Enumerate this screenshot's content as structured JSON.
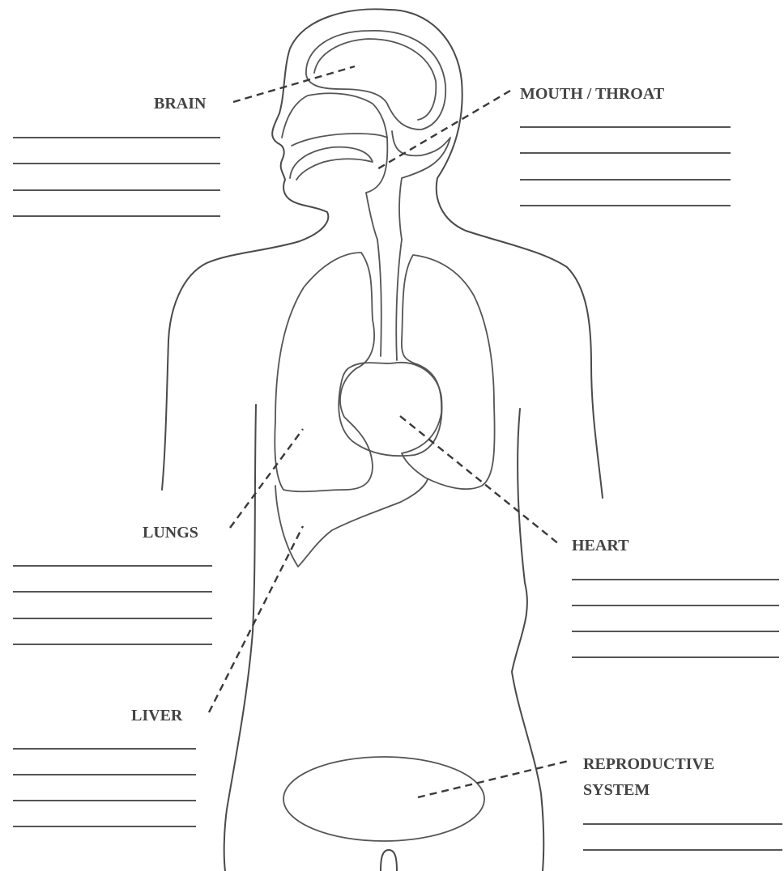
{
  "labels": {
    "brain": "BRAIN",
    "mouth_throat": "MOUTH / THROAT",
    "lungs": "LUNGS",
    "heart": "HEART",
    "liver": "LIVER",
    "reproductive_line1": "REPRODUCTIVE",
    "reproductive_line2": "SYSTEM"
  },
  "colors": {
    "outline": "#4a4a4a",
    "label_text": "#444444",
    "background": "#ffffff"
  }
}
